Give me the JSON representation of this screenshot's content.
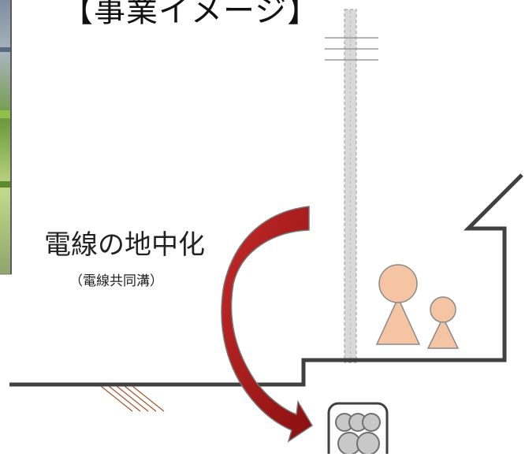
{
  "title": "【事業イメージ】",
  "labels": {
    "main": "電線の地中化",
    "sub": "（電線共同溝）"
  },
  "icons": {
    "photo": "photo-thumbnail",
    "pole": "utility-pole-icon",
    "arrow": "curved-arrow-icon",
    "conduit": "cable-conduit-icon",
    "adult": "adult-person-icon",
    "child": "child-person-icon"
  },
  "colors": {
    "arrow": "#a31818",
    "people": "#f4c4a3",
    "ground": "#404040",
    "pole": "#d9d9d9",
    "hatch": "#a0522d"
  }
}
